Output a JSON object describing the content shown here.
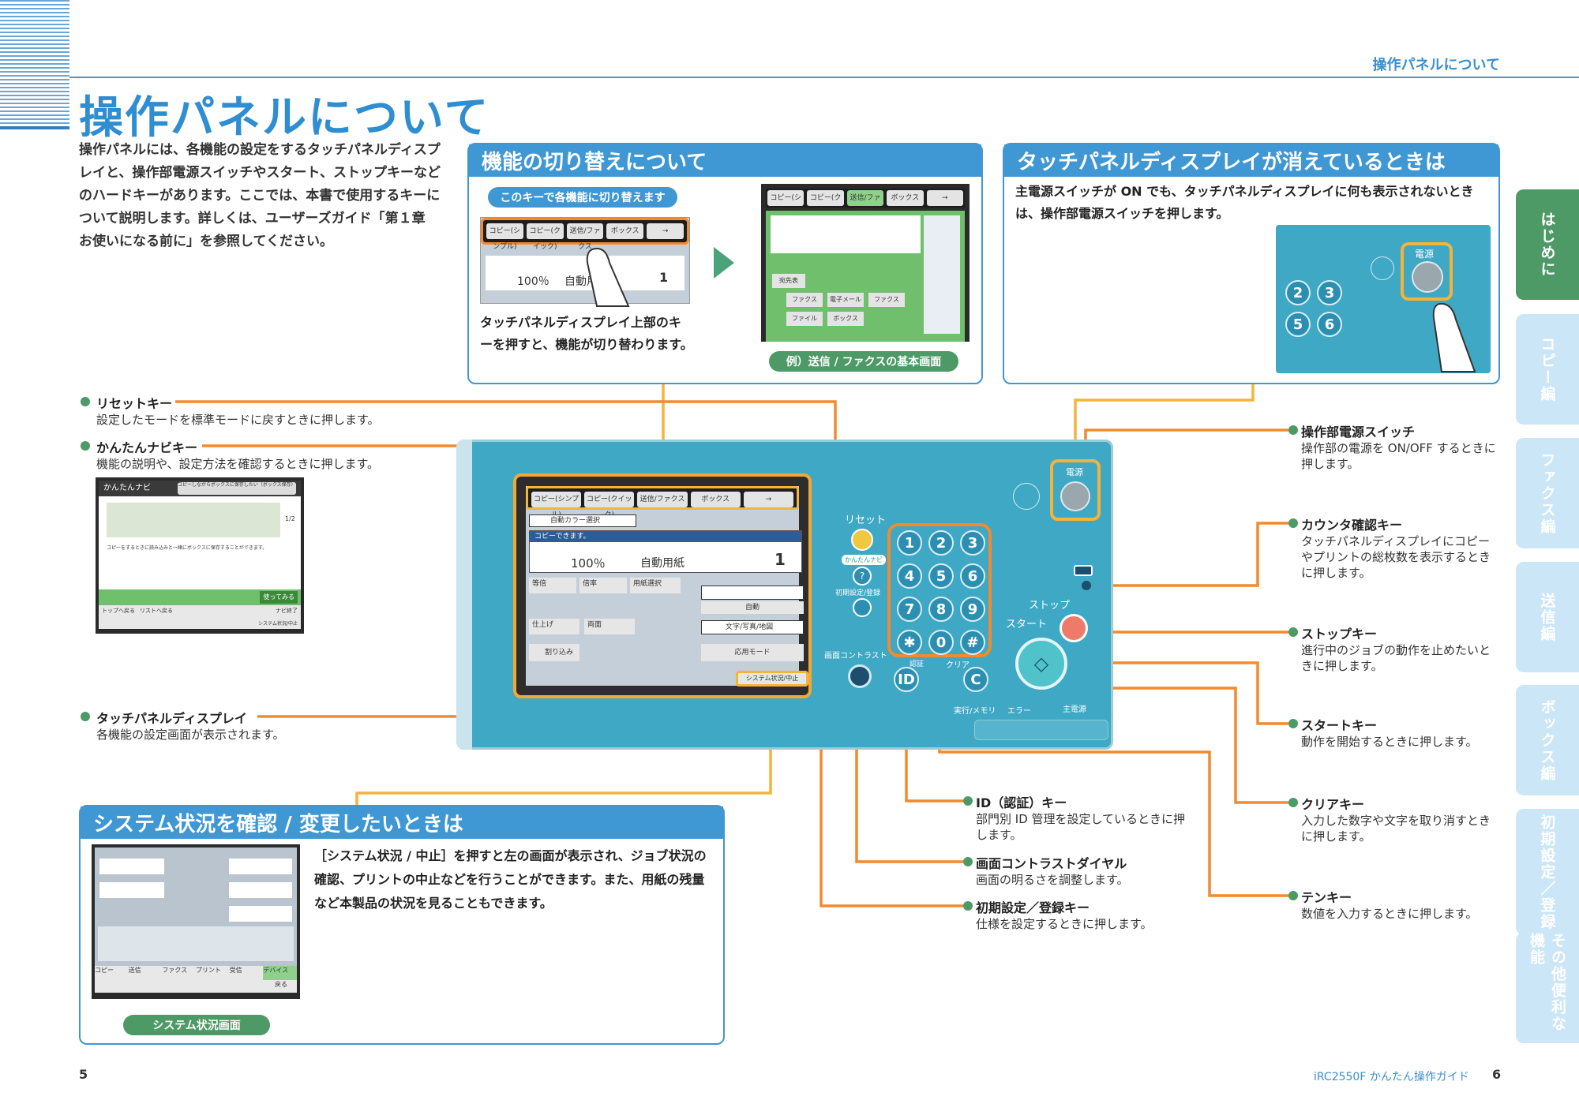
{
  "header": {
    "section": "操作パネルについて"
  },
  "title": "操作パネルについて",
  "intro": "操作パネルには、各機能の設定をするタッチパネルディスプレイと、操作部電源スイッチやスタート、ストップキーなどのハードキーがあります。ここでは、本書で使用するキーについて説明します。詳しくは、ユーザーズガイド「第１章　お使いになる前に」を参照してください。",
  "switch_box": {
    "title": "機能の切り替えについて",
    "pill": "このキーで各機能に切り替えます",
    "desc": "タッチパネルディスプレイ上部のキーを押すと、機能が切り替わります。",
    "example": "例）送信 / ファクスの基本画面",
    "mini_tabs": [
      "コピー(シンプル)",
      "コピー(クイック)",
      "送信/ファクス",
      "ボックス",
      "→"
    ],
    "mini_ratio": "100％",
    "mini_paper": "自動用",
    "mini_count": "1",
    "send_buttons": [
      "宛先表",
      "ファクス",
      "電子メール",
      "ファクス",
      "ファイル",
      "ボックス"
    ]
  },
  "off_box": {
    "title": "タッチパネルディスプレイが消えているときは",
    "desc": "主電源スイッチが ON でも、タッチパネルディスプレイに何も表示されないときは、操作部電源スイッチを押します。",
    "power_label": "電源",
    "keys": [
      "2",
      "3",
      "5",
      "6"
    ]
  },
  "labels_left": [
    {
      "title": "リセットキー",
      "desc": "設定したモードを標準モードに戻すときに押します。"
    },
    {
      "title": "かんたんナビキー",
      "desc": "機能の説明や、設定方法を確認するときに押します。"
    },
    {
      "title": "タッチパネルディスプレイ",
      "desc": "各機能の設定画面が表示されます。"
    }
  ],
  "navi": {
    "title": "かんたんナビ",
    "subtitle": "コピーしながらボックスに保存したい（ボックス保存）",
    "caption": "コピーをするときに読み込みと一緒にボックスに保存することができます。",
    "try": "使ってみる",
    "page": "1/2",
    "buttons": [
      "トップへ戻る",
      "リストへ戻る",
      "ナビ終了"
    ],
    "status": "システム状況/中止"
  },
  "labels_right": [
    {
      "title": "操作部電源スイッチ",
      "desc": "操作部の電源を ON/OFF するときに押します。"
    },
    {
      "title": "カウンタ確認キー",
      "desc": "タッチパネルディスプレイにコピーやプリントの総枚数を表示するときに押します。"
    },
    {
      "title": "ストップキー",
      "desc": "進行中のジョブの動作を止めたいときに押します。"
    },
    {
      "title": "スタートキー",
      "desc": "動作を開始するときに押します。"
    },
    {
      "title": "クリアキー",
      "desc": "入力した数字や文字を取り消すときに押します。"
    },
    {
      "title": "テンキー",
      "desc": "数値を入力するときに押します。"
    }
  ],
  "labels_bottom": [
    {
      "title": "ID（認証）キー",
      "desc": "部門別 ID 管理を設定しているときに押します。"
    },
    {
      "title": "画面コントラストダイヤル",
      "desc": "画面の明るさを調整します。"
    },
    {
      "title": "初期設定／登録キー",
      "desc": "仕様を設定するときに押します。"
    }
  ],
  "panel": {
    "tabs": [
      "コピー(シンプル)",
      "コピー(クイック)",
      "送信/ファクス",
      "ボックス",
      "→"
    ],
    "color_select": "自動カラー選択",
    "ready": "コピーできます。",
    "ratio": "100％",
    "paper": "自動用紙",
    "count": "1",
    "buttons": [
      "等倍",
      "倍率",
      "用紙選択",
      "仕上げ",
      "両面",
      "割り込み",
      "応用モード"
    ],
    "density": "自動",
    "image_type": "文字/写真/地図",
    "status_button": "システム状況/中止",
    "reset": "リセット",
    "navi": "かんたんナビ",
    "settings": "初期設定/登録",
    "contrast": "画面コントラスト",
    "stop": "ストップ",
    "start": "スタート",
    "clear": "クリア",
    "id_label": "認証",
    "power": "電源",
    "bottom_labels": [
      "実行/メモリ",
      "エラー",
      "主電源"
    ],
    "tenkeys": [
      "1",
      "2",
      "3",
      "4",
      "5",
      "6",
      "7",
      "8",
      "9",
      "✱",
      "0",
      "#"
    ]
  },
  "system_box": {
    "title": "システム状況を確認 / 変更したいときは",
    "desc": "［システム状況 / 中止］を押すと左の画面が表示され、ジョブ状況の確認、プリントの中止などを行うことができます。また、用紙の残量など本製品の状況を見ることもできます。",
    "caption": "システム状況画面",
    "tabs": [
      "コピー",
      "送信",
      "ファクス",
      "プリント",
      "受信",
      "デバイス"
    ],
    "back": "戻る"
  },
  "side_tabs": [
    "はじめに",
    "コピー編",
    "ファクス編",
    "送信編",
    "ボックス編",
    "初期設定／登録",
    "その他便利な機能"
  ],
  "footer": {
    "left_page": "5",
    "right_page": "6",
    "guide": "iRC2550F かんたん操作ガイド"
  },
  "colors": {
    "accent": "#3f97d3",
    "orange": "#f28a2e",
    "yellow": "#f4b43a",
    "green": "#4e9a66",
    "panel": "#3fa8c5"
  }
}
